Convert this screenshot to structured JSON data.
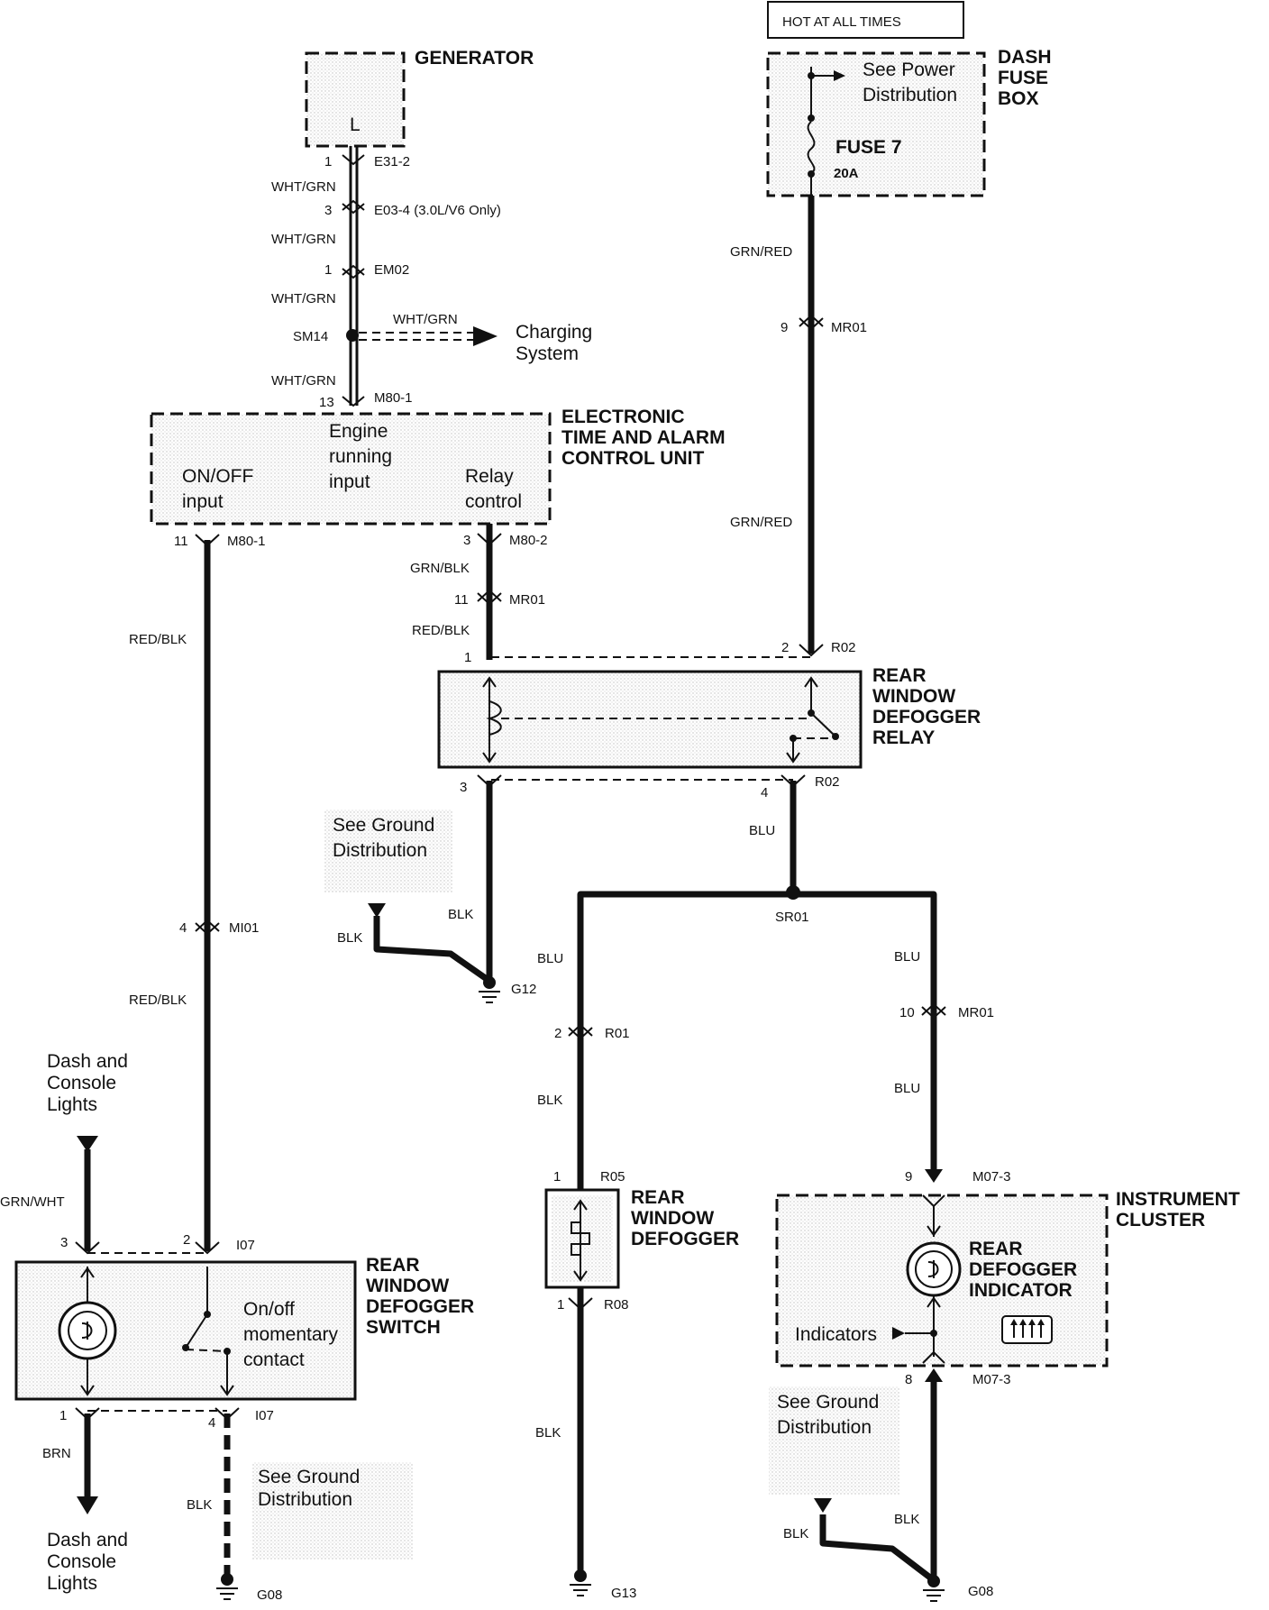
{
  "hot_label": "HOT AT ALL TIMES",
  "components": {
    "generator": "GENERATOR",
    "generator_pin": "L",
    "dash_fuse_box": [
      "DASH",
      "FUSE",
      "BOX"
    ],
    "see_power": [
      "See Power",
      "Distribution"
    ],
    "fuse": "FUSE 7",
    "fuse_rating": "20A",
    "charging_system": [
      "Charging",
      "System"
    ],
    "etacs": [
      "ELECTRONIC",
      "TIME AND ALARM",
      "CONTROL UNIT"
    ],
    "etacs_inputs": {
      "on_off": [
        "ON/OFF",
        "input"
      ],
      "engine": [
        "Engine",
        "running",
        "input"
      ],
      "relay": [
        "Relay",
        "control"
      ]
    },
    "relay": [
      "REAR",
      "WINDOW",
      "DEFOGGER",
      "RELAY"
    ],
    "defogger": [
      "REAR",
      "WINDOW",
      "DEFOGGER"
    ],
    "switch": [
      "REAR",
      "WINDOW",
      "DEFOGGER",
      "SWITCH"
    ],
    "switch_contact": [
      "On/off",
      "momentary",
      "contact"
    ],
    "cluster": [
      "INSTRUMENT",
      "CLUSTER"
    ],
    "indicator": [
      "REAR",
      "DEFOGGER",
      "INDICATOR"
    ],
    "indicators": "Indicators",
    "see_ground": [
      "See Ground",
      "Distribution"
    ],
    "dash_lights": [
      "Dash and",
      "Console",
      "Lights"
    ]
  },
  "wires": {
    "wht_grn": "WHT/GRN",
    "grn_red": "GRN/RED",
    "grn_blk": "GRN/BLK",
    "red_blk": "RED/BLK",
    "blu": "BLU",
    "blk": "BLK",
    "grn_wht": "GRN/WHT",
    "brn": "BRN"
  },
  "connectors": {
    "e31": "E31-2",
    "e03": "E03-4 (3.0L/V6 Only)",
    "em02": "EM02",
    "sm14": "SM14",
    "m80_1": "M80-1",
    "m80_2": "M80-2",
    "mr01": "MR01",
    "r02": "R02",
    "mi01": "MI01",
    "sr01": "SR01",
    "r01": "R01",
    "r05": "R05",
    "r08": "R08",
    "m07_3": "M07-3",
    "i07": "I07",
    "g12": "G12",
    "g13": "G13",
    "g08": "G08"
  },
  "pins": {
    "p1": "1",
    "p2": "2",
    "p3": "3",
    "p4": "4",
    "p8": "8",
    "p9": "9",
    "p10": "10",
    "p11": "11",
    "p13": "13"
  }
}
